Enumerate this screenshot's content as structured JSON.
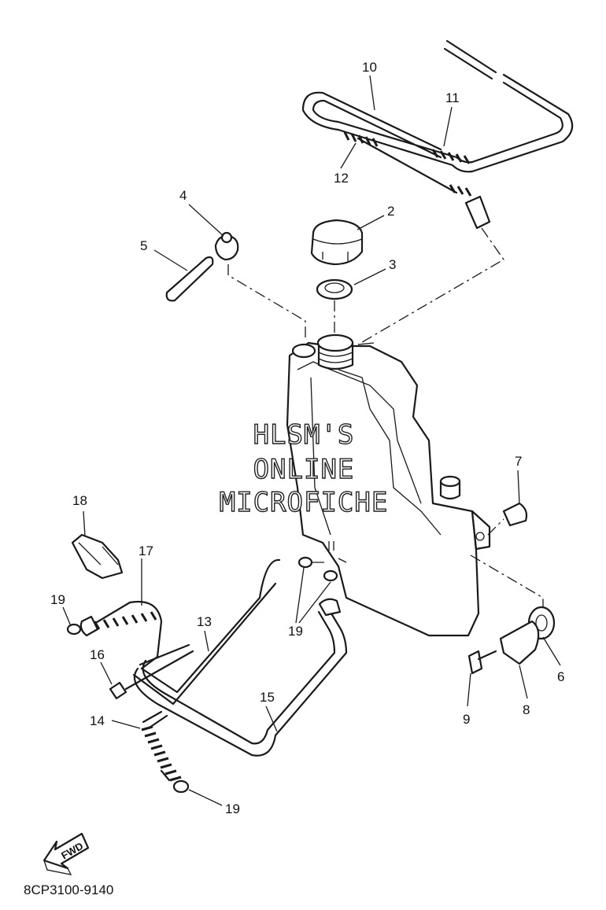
{
  "callouts": {
    "c2": "2",
    "c3": "3",
    "c4": "4",
    "c5": "5",
    "c6": "6",
    "c7": "7",
    "c8": "8",
    "c9": "9",
    "c10": "10",
    "c11": "11",
    "c12": "12",
    "c13": "13",
    "c14": "14",
    "c15": "15",
    "c16": "16",
    "c17": "17",
    "c18": "18",
    "c19a": "19",
    "c19b": "19",
    "c19c": "19"
  },
  "watermark": {
    "line1": "HLSM'S",
    "line2": "ONLINE",
    "line3": "MICROFICHE"
  },
  "fwd_label": "FWD",
  "diagram_code": "8CP3100-9140"
}
